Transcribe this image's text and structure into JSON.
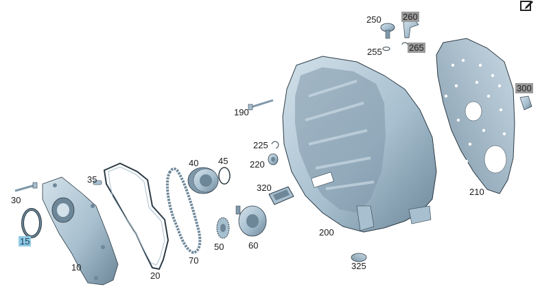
{
  "labels": {
    "p10": "10",
    "p15": "15",
    "p20": "20",
    "p30": "30",
    "p35": "35",
    "p40": "40",
    "p45": "45",
    "p50": "50",
    "p60": "60",
    "p70": "70",
    "p190": "190",
    "p200": "200",
    "p210": "210",
    "p220": "220",
    "p225": "225",
    "p250": "250",
    "p255": "255",
    "p260": "260",
    "p265": "265",
    "p300": "300",
    "p320": "320",
    "p325": "325"
  },
  "colors": {
    "part_fill": "#a7bfcf",
    "part_dark": "#6d8799",
    "part_light": "#d3e1ea",
    "outline": "#2b3a44",
    "highlight_gray": "#9a9a9a",
    "highlight_blue": "#8ecae6"
  },
  "icons": {
    "edit": "edit-icon"
  }
}
